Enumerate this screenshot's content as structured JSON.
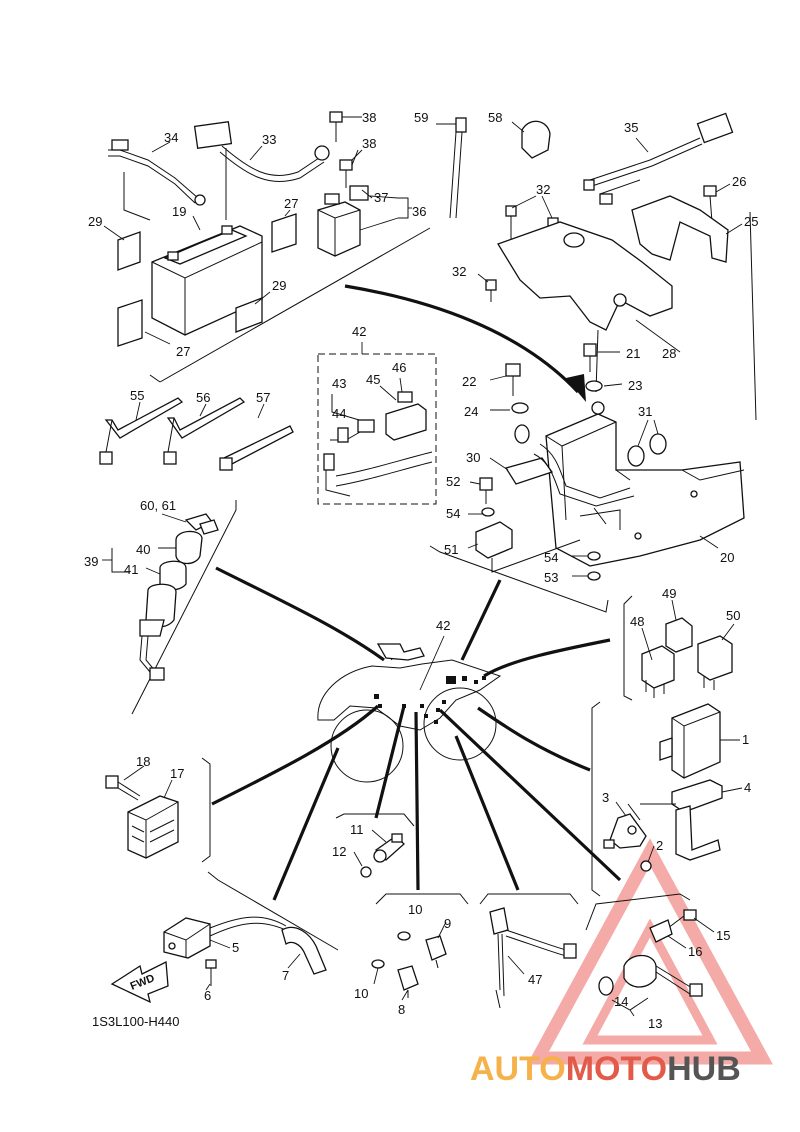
{
  "callouts": [
    "1",
    "2",
    "3",
    "4",
    "5",
    "6",
    "7",
    "8",
    "9",
    "10",
    "10",
    "11",
    "12",
    "13",
    "14",
    "15",
    "16",
    "17",
    "18",
    "19",
    "20",
    "21",
    "22",
    "23",
    "24",
    "25",
    "26",
    "27",
    "27",
    "28",
    "29",
    "29",
    "30",
    "31",
    "32",
    "32",
    "33",
    "34",
    "35",
    "36",
    "37",
    "38",
    "38",
    "39",
    "40",
    "41",
    "42",
    "42",
    "43",
    "44",
    "45",
    "46",
    "47",
    "48",
    "49",
    "50",
    "51",
    "52",
    "53",
    "54",
    "54",
    "55",
    "56",
    "57",
    "58",
    "59",
    "60, 61"
  ],
  "diagram_code": "1S3L100-H440",
  "fwd_label": "FWD",
  "watermark": {
    "part1": "AUTO",
    "part2": "MOTO",
    "part3": "HUB",
    "color1": "#f5b24a",
    "color2": "#e25a4a",
    "color3": "#555555",
    "triangle_color": "#e8453c"
  }
}
